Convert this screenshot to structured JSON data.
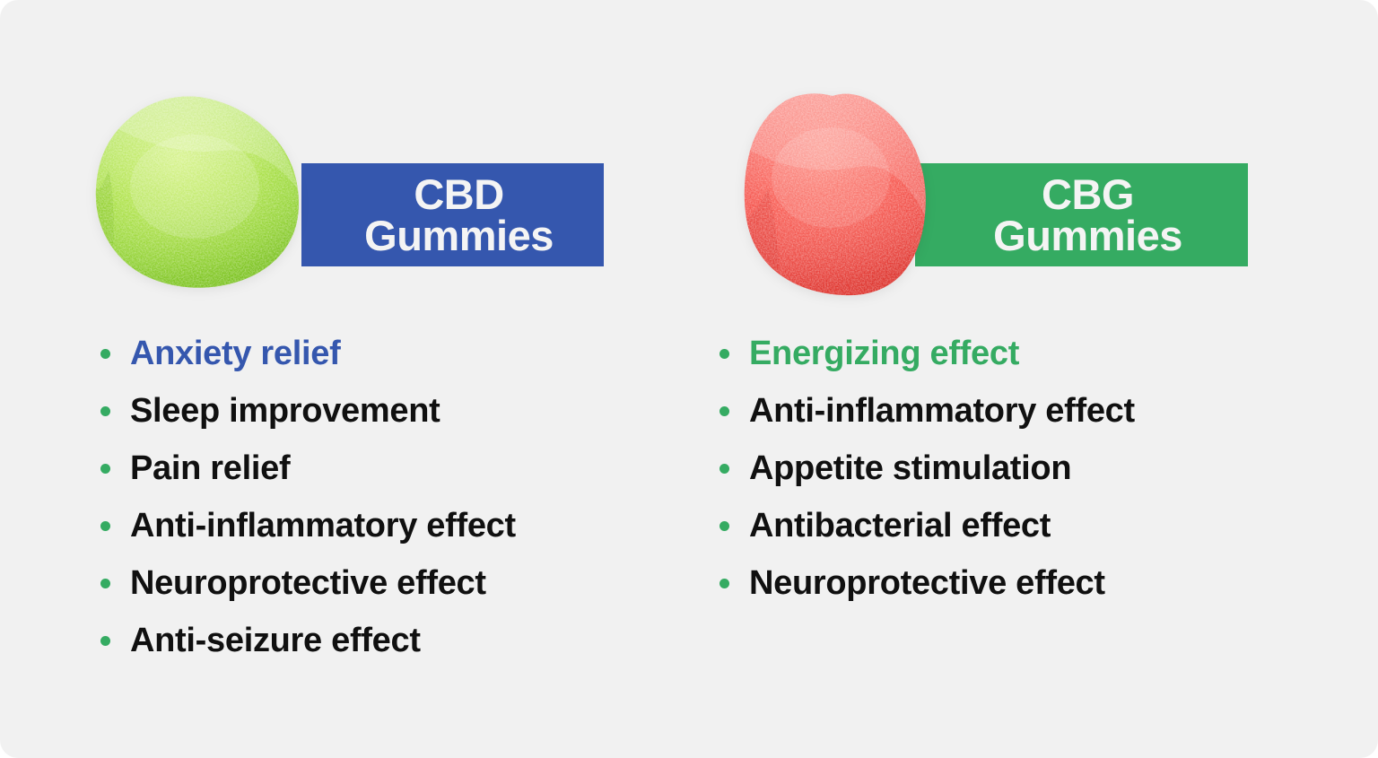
{
  "theme": {
    "background": "#f1f1f1",
    "cbd_color": "#3557ae",
    "cbg_color": "#35ab62",
    "bullet_color": "#35ab62",
    "text_color": "#101010",
    "banner_text_color": "#f4f4f4"
  },
  "columns": [
    {
      "id": "cbd",
      "banner_title": "CBD\nGummies",
      "banner_color": "#3557ae",
      "product_image": "green-gummy-cube",
      "benefits": [
        {
          "label": "Anxiety relief",
          "highlight": "blue"
        },
        {
          "label": "Sleep improvement",
          "highlight": "none"
        },
        {
          "label": "Pain relief",
          "highlight": "none"
        },
        {
          "label": "Anti-inflammatory effect",
          "highlight": "none"
        },
        {
          "label": "Neuroprotective effect",
          "highlight": "none"
        },
        {
          "label": "Anti-seizure effect",
          "highlight": "none"
        }
      ]
    },
    {
      "id": "cbg",
      "banner_title": "CBG\nGummies",
      "banner_color": "#35ab62",
      "product_image": "red-gummy-cube",
      "benefits": [
        {
          "label": "Energizing effect",
          "highlight": "green"
        },
        {
          "label": "Anti-inflammatory effect",
          "highlight": "none"
        },
        {
          "label": "Appetite stimulation",
          "highlight": "none"
        },
        {
          "label": "Antibacterial effect",
          "highlight": "none"
        },
        {
          "label": "Neuroprotective effect",
          "highlight": "none"
        }
      ]
    }
  ]
}
